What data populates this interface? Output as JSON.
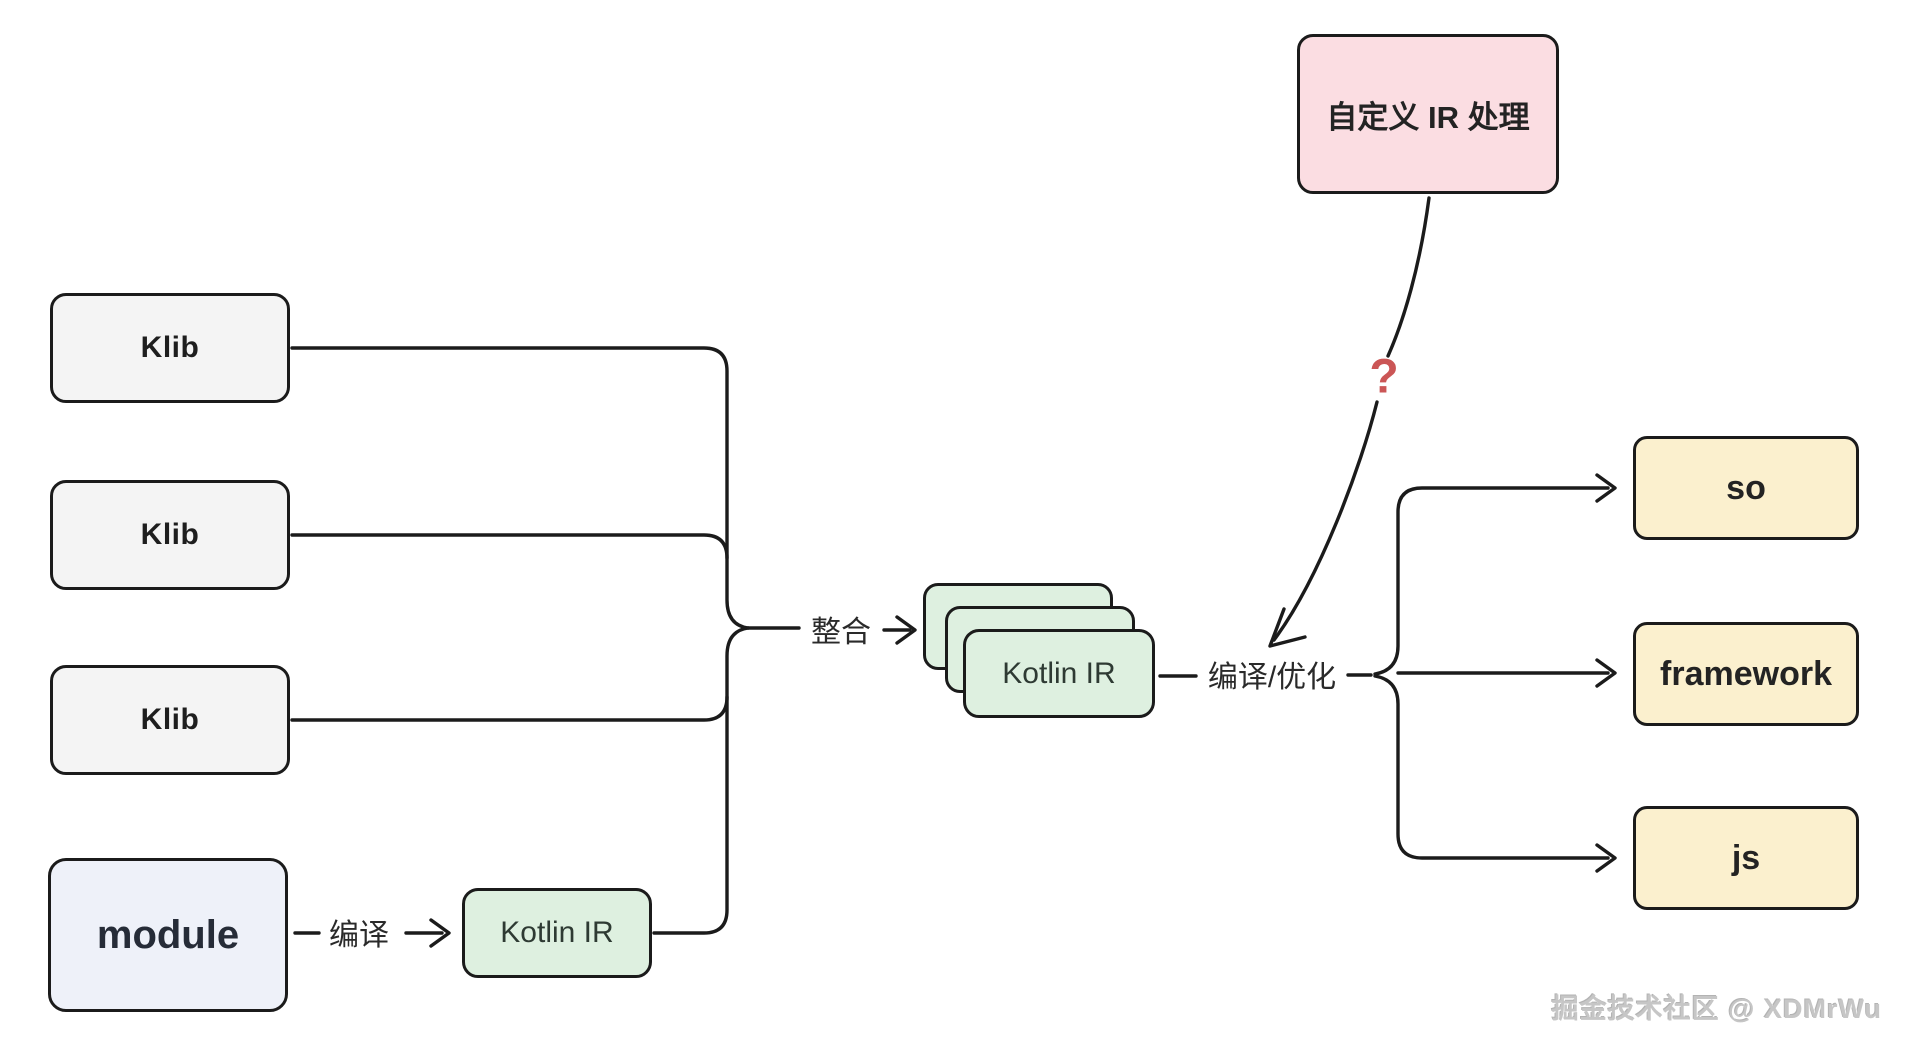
{
  "diagram": {
    "title_context": "Kotlin IR compilation flow diagram",
    "nodes": {
      "klib1": {
        "label": "Klib"
      },
      "klib2": {
        "label": "Klib"
      },
      "klib3": {
        "label": "Klib"
      },
      "module": {
        "label": "module"
      },
      "kotlin_ir_single": {
        "label": "Kotlin IR"
      },
      "kotlin_ir_stack_front": {
        "label": "Kotlin IR"
      },
      "custom_ir": {
        "label": "自定义 IR 处理"
      },
      "so": {
        "label": "so"
      },
      "framework": {
        "label": "framework"
      },
      "js": {
        "label": "js"
      }
    },
    "edge_labels": {
      "compile": "编译",
      "merge": "整合",
      "compile_optimize": "编译/优化",
      "question_mark": "?"
    },
    "watermark": "掘金技术社区 @ XDMrWu",
    "colors": {
      "line": "#1b1b1b",
      "klib_fill": "#f4f4f4",
      "module_fill": "#eef1f9",
      "kotlin_ir_fill": "#def0e0",
      "output_fill": "#fbf0ce",
      "custom_ir_fill": "#fbdde2",
      "question_mark": "#cb5656",
      "watermark": "#c6c6c6"
    }
  }
}
